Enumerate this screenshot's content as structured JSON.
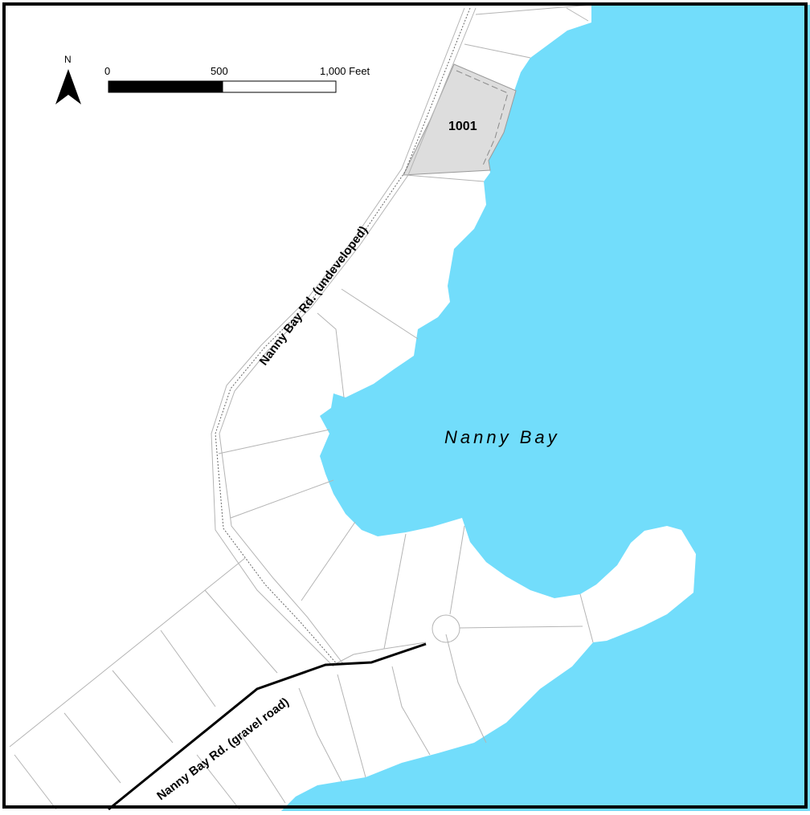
{
  "map": {
    "bay_label": "Nanny Bay",
    "parcel_label": "1001",
    "roads": {
      "undeveloped": "Nanny Bay Rd. (undeveloped)",
      "gravel": "Nanny Bay Rd. (gravel road)"
    },
    "north_arrow": {
      "label": "N",
      "icon": "north-arrow-icon"
    },
    "scale_bar": {
      "ticks": [
        "0",
        "500",
        "1,000 Feet"
      ]
    },
    "colors": {
      "water": "#72ddfb",
      "land": "#ffffff",
      "parcel_highlight": "#dddddd",
      "parcel_lines": "#b4b4b4",
      "frame": "#000000"
    }
  }
}
